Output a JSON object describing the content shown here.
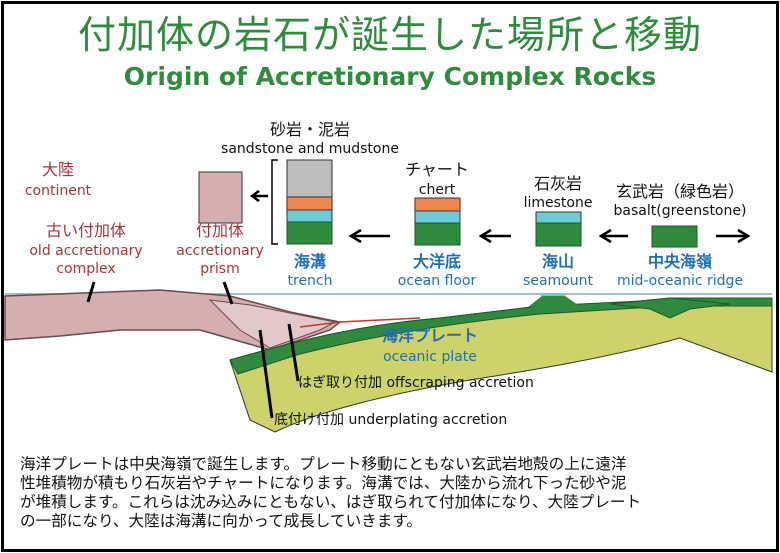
{
  "title": {
    "japanese": "付加体の岩石が誕生した場所と移動",
    "english": "Origin of Accretionary Complex Rocks"
  },
  "labels": {
    "continent_jp": "大陸",
    "continent_en": "continent",
    "old_complex_jp": "古い付加体",
    "old_complex_en1": "old accretionary",
    "old_complex_en2": "complex",
    "prism_jp": "付加体",
    "prism_en1": "accretionary",
    "prism_en2": "prism",
    "sandstone_jp": "砂岩・泥岩",
    "sandstone_en": "sandstone and mudstone",
    "chert_jp": "チャート",
    "chert_en": "chert",
    "limestone_jp": "石灰岩",
    "limestone_en": "limestone",
    "basalt_jp": "玄武岩（緑色岩）",
    "basalt_en": "basalt(greenstone)",
    "trench_jp": "海溝",
    "trench_en": "trench",
    "ocean_floor_jp": "大洋底",
    "ocean_floor_en": "ocean floor",
    "seamount_jp": "海山",
    "seamount_en": "seamount",
    "ridge_jp": "中央海嶺",
    "ridge_en": "mid-oceanic ridge",
    "plate_jp": "海洋プレート",
    "plate_en": "oceanic plate",
    "offscraping": "はぎ取り付加 offscraping accretion",
    "underplating": "底付け付加 underplating accretion"
  },
  "description": [
    "海洋プレートは中央海嶺で誕生します。プレート移動にともない玄武岩地殻の上に遠洋",
    "性堆積物が積もり石灰岩やチャートになります。海溝では、大陸から流れ下った砂や泥",
    "が堆積します。これらは沈み込みにともない、はぎ取られて付加体になり、大陸プレート",
    "の一部になり、大陸は海溝に向かって成長していきます。"
  ],
  "colors": {
    "title_green": "#2e8c3c",
    "continent_red": "#a8333a",
    "label_blue": "#1f6fb4",
    "basalt_green": "#2f8a3e",
    "chert_orange": "#f08550",
    "limestone_cyan": "#6ccbd6",
    "sand_gray": "#bdbdbd",
    "prism_pink": "#d5aeb0",
    "plate_yellow": "#cdd36a"
  }
}
